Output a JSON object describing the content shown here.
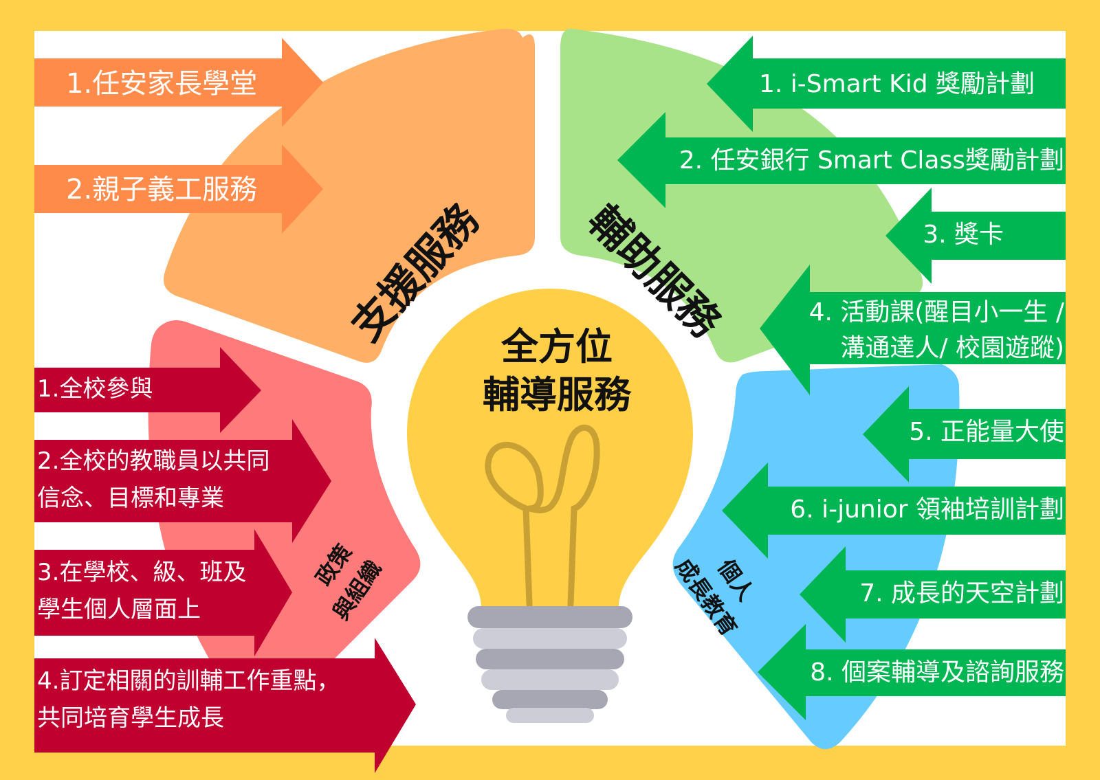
{
  "diagram": {
    "center": {
      "line1": "全方位",
      "line2": "輔導服務"
    },
    "quadrants": {
      "support": {
        "title": "支援服務",
        "color": "#FFB066",
        "arrow_color": "#FF8B4A",
        "items": [
          "1.任安家長學堂",
          "2.親子義工服務"
        ]
      },
      "assist": {
        "title": "輔助服務",
        "color": "#A8E38A",
        "arrow_color": "#00B653",
        "items": [
          "1. i-Smart Kid 獎勵計劃",
          "2. 任安銀行 Smart Class獎勵計劃",
          "3. 獎卡",
          "4. 活動課(醒目小一生 /",
          "溝通達人/ 校園遊蹤)"
        ]
      },
      "policy": {
        "title_line1": "政策",
        "title_line2": "與組織",
        "color": "#FF7B7B",
        "arrow_color": "#C0002E",
        "items": [
          "1.全校參與",
          "2.全校的教職員以共同",
          "信念、目標和專業",
          "3.在學校、級、班及",
          "學生個人層面上",
          "4.訂定相關的訓輔工作重點，",
          "共同培育學生成長"
        ]
      },
      "personal": {
        "title_line1": "個人",
        "title_line2": "成長教育",
        "color": "#66CCFF",
        "arrow_color": "#00B653",
        "items": [
          "5. 正能量大使",
          "6. i-junior 領袖培訓計劃",
          "7. 成長的天空計劃",
          "8. 個案輔導及諮詢服務"
        ]
      }
    },
    "colors": {
      "frame": "#FFD049",
      "bulb": "#FFCF48",
      "filament": "#C9A033",
      "base_dark": "#A7A7B3",
      "base_light": "#CDCDD8"
    }
  }
}
